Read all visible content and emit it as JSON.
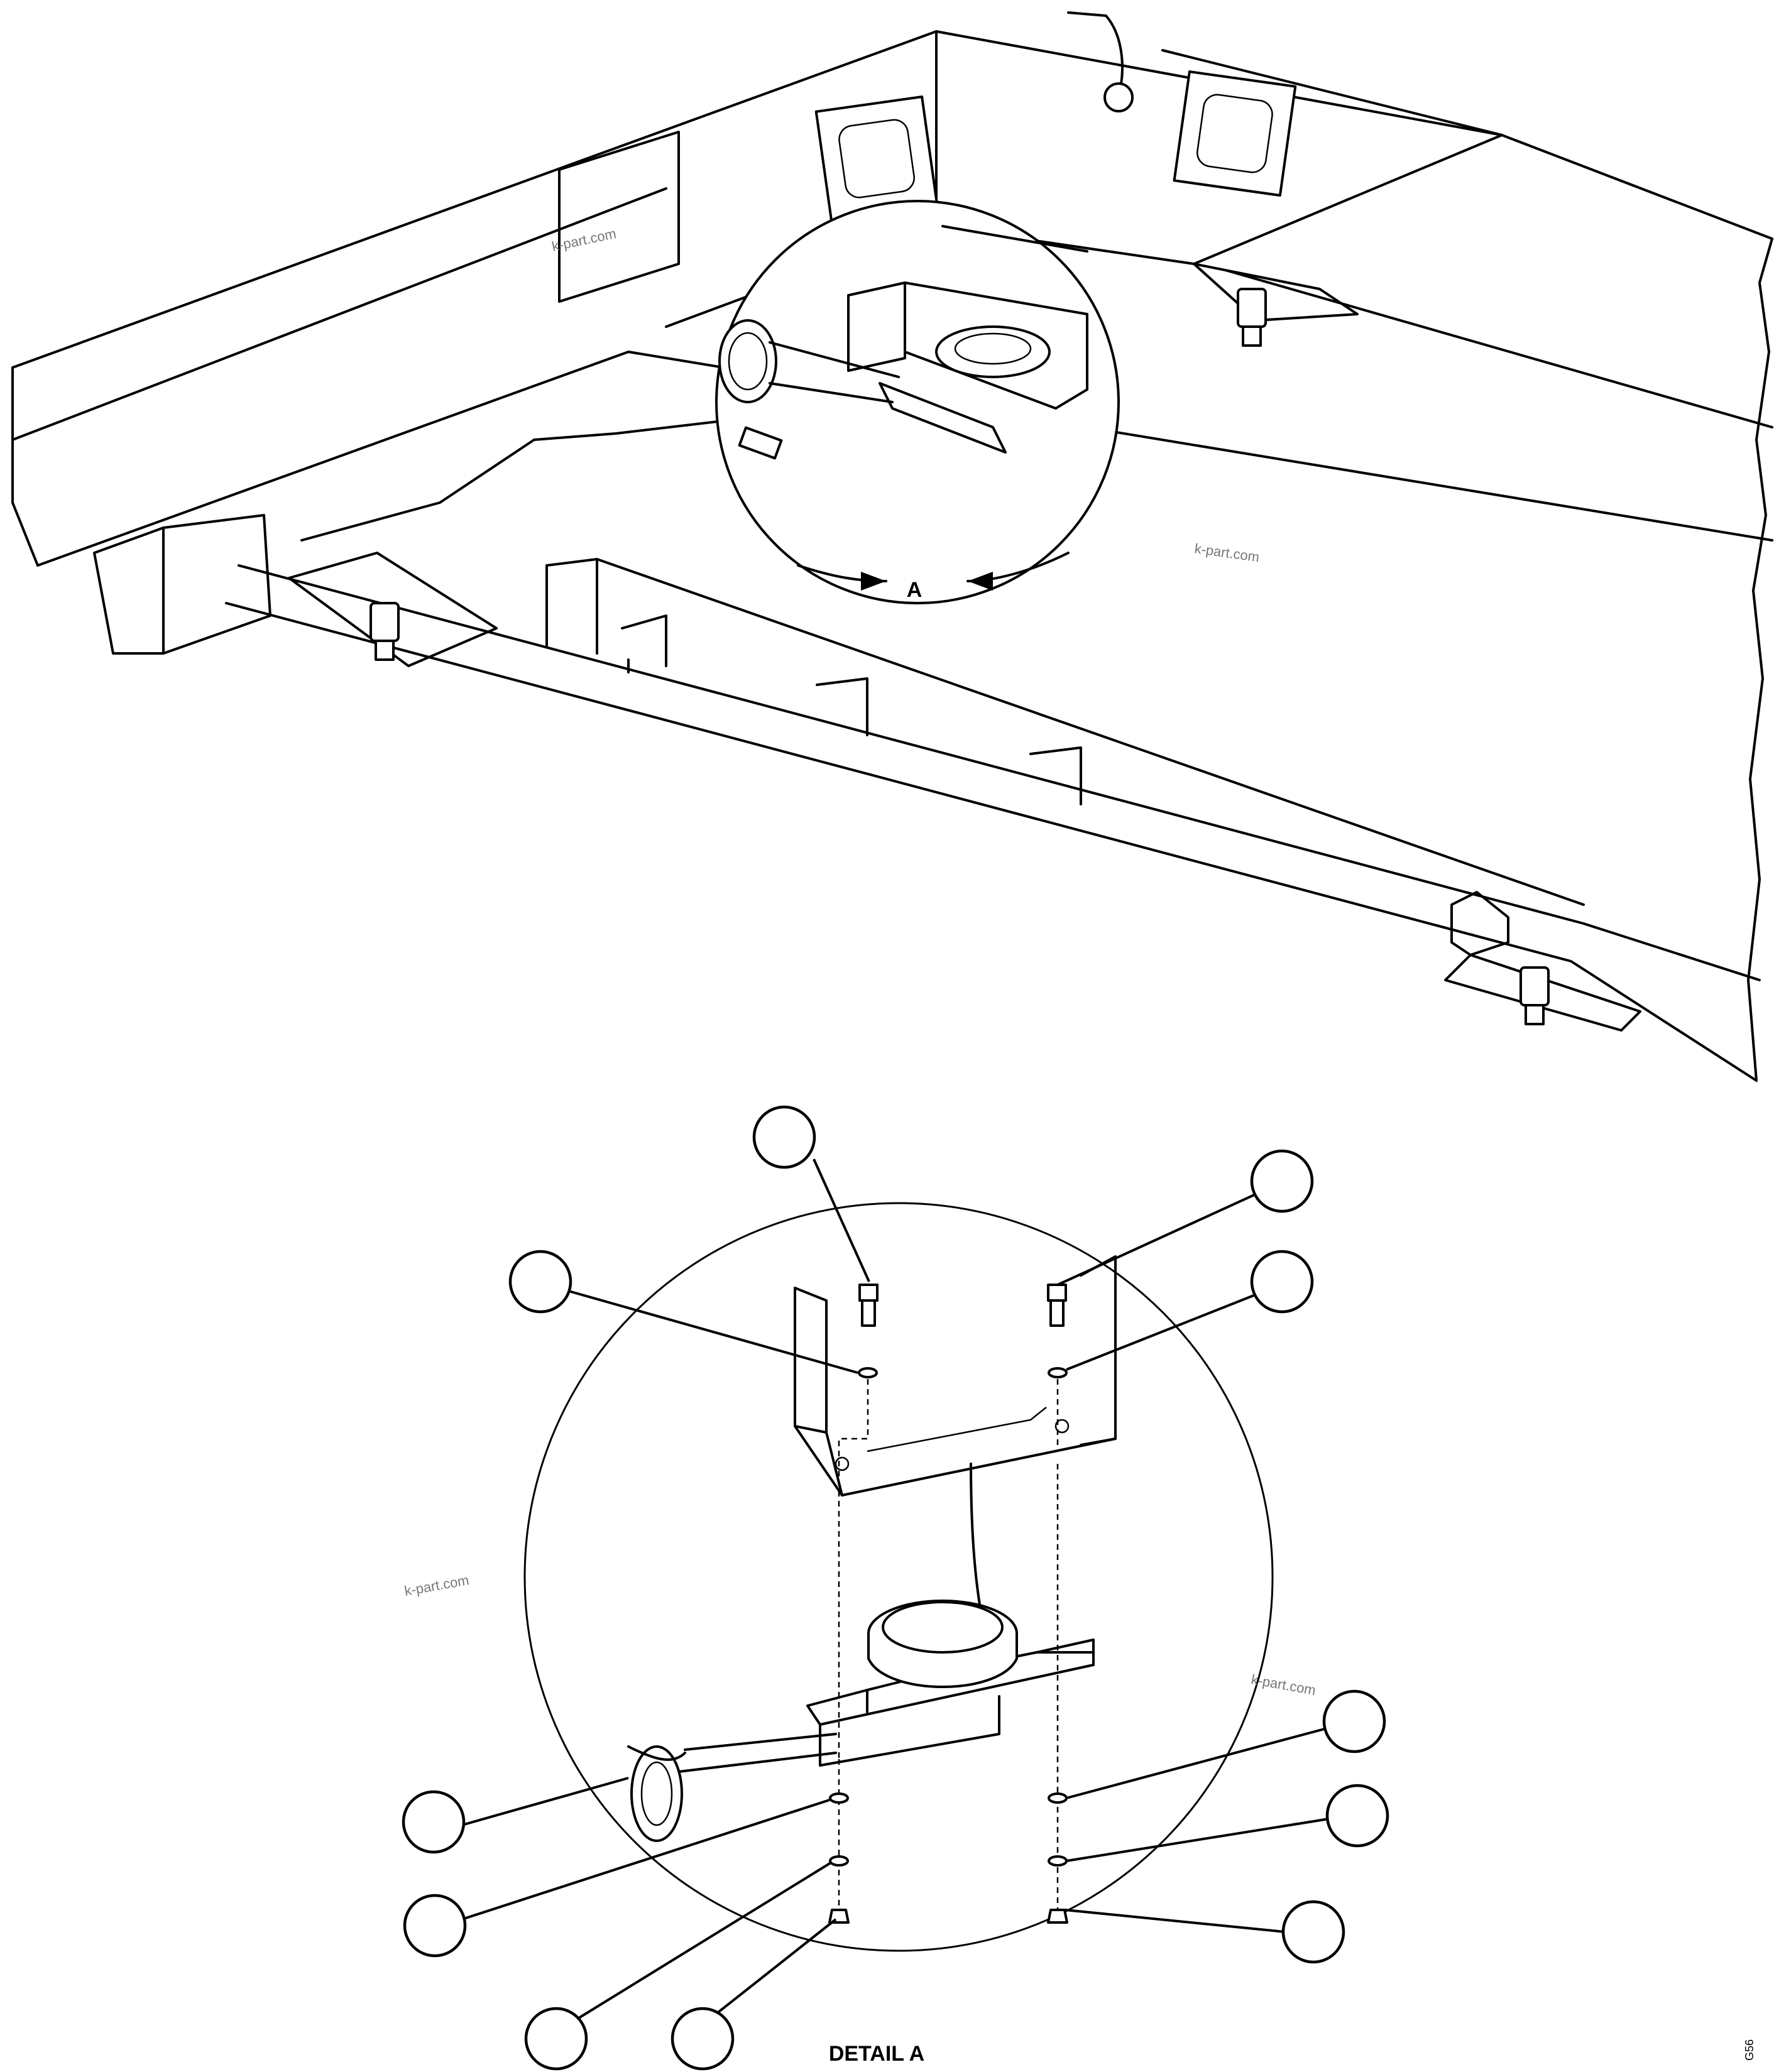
{
  "view_label": "A",
  "detail_label": "DETAIL A",
  "drawing_number": "G56",
  "watermarks": [
    "k-part.com",
    "k-part.com",
    "k-part.com",
    "k-part.com"
  ],
  "callouts": [
    "",
    "",
    "",
    "",
    "",
    "",
    "",
    "",
    "",
    ""
  ]
}
